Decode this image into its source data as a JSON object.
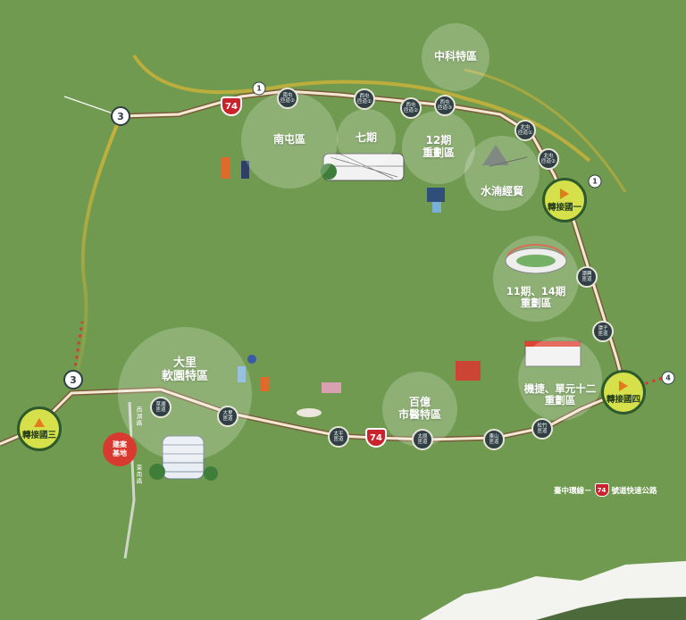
{
  "zones": {
    "nantun": "南屯區",
    "qiqi": "七期",
    "shier": "12期",
    "shier_b": "重劃區",
    "zhongke": "中科特區",
    "shuinan": "水湳經貿",
    "q11_a": "11期、14期",
    "q11_b": "重劃區",
    "jijie_a": "機捷、單元十二",
    "jijie_b": "重劃區",
    "baiyi_a": "百億",
    "baiyi_b": "市醫特區",
    "dali_a": "大里",
    "dali_b": "軟園特區"
  },
  "interchanges": {
    "nantun2": [
      "南屯",
      "匝道②"
    ],
    "xitun1": [
      "西屯",
      "匝道①"
    ],
    "xitun2": [
      "西屯",
      "匝道②"
    ],
    "xitun3": [
      "西屯",
      "匝道③"
    ],
    "beitun1": [
      "北屯",
      "匝道①"
    ],
    "beitun2": [
      "北屯",
      "匝道②"
    ],
    "tanxing": [
      "潭興",
      "匝道"
    ],
    "tanzi": [
      "潭子",
      "匝道"
    ],
    "songzhu": [
      "松竹",
      "匝道"
    ],
    "dongshan": [
      "東山",
      "匝道"
    ],
    "taiyuan": [
      "太原",
      "匝道"
    ],
    "taiping": [
      "太平",
      "匝道"
    ],
    "dali": [
      "大里",
      "匝道"
    ],
    "caohu": [
      "草湖",
      "匝道"
    ]
  },
  "hubs": {
    "hub1": "轉接國一",
    "hub3": "轉接國三",
    "hub4": "轉接國四"
  },
  "routes": {
    "r74_top": "74",
    "r74_bottom": "74",
    "r3_top": "3",
    "r3_left": "3",
    "r1_top": "1",
    "r1_right": "1",
    "r4": "4"
  },
  "site": [
    "建案",
    "基地"
  ],
  "roads": {
    "xihu": "西湖路",
    "dongnan": "東南路"
  },
  "legend": {
    "prefix": "臺中環線－",
    "badge": "74",
    "suffix": "號道快速公路"
  },
  "colors": {
    "background": "#6f9a4f",
    "ring_road": "#f3e9d3",
    "freeway_gold": "#c9b23a",
    "hub_fill": "#d6e04a",
    "interchange": "#2f3f44",
    "shield_red": "#c9232d"
  }
}
